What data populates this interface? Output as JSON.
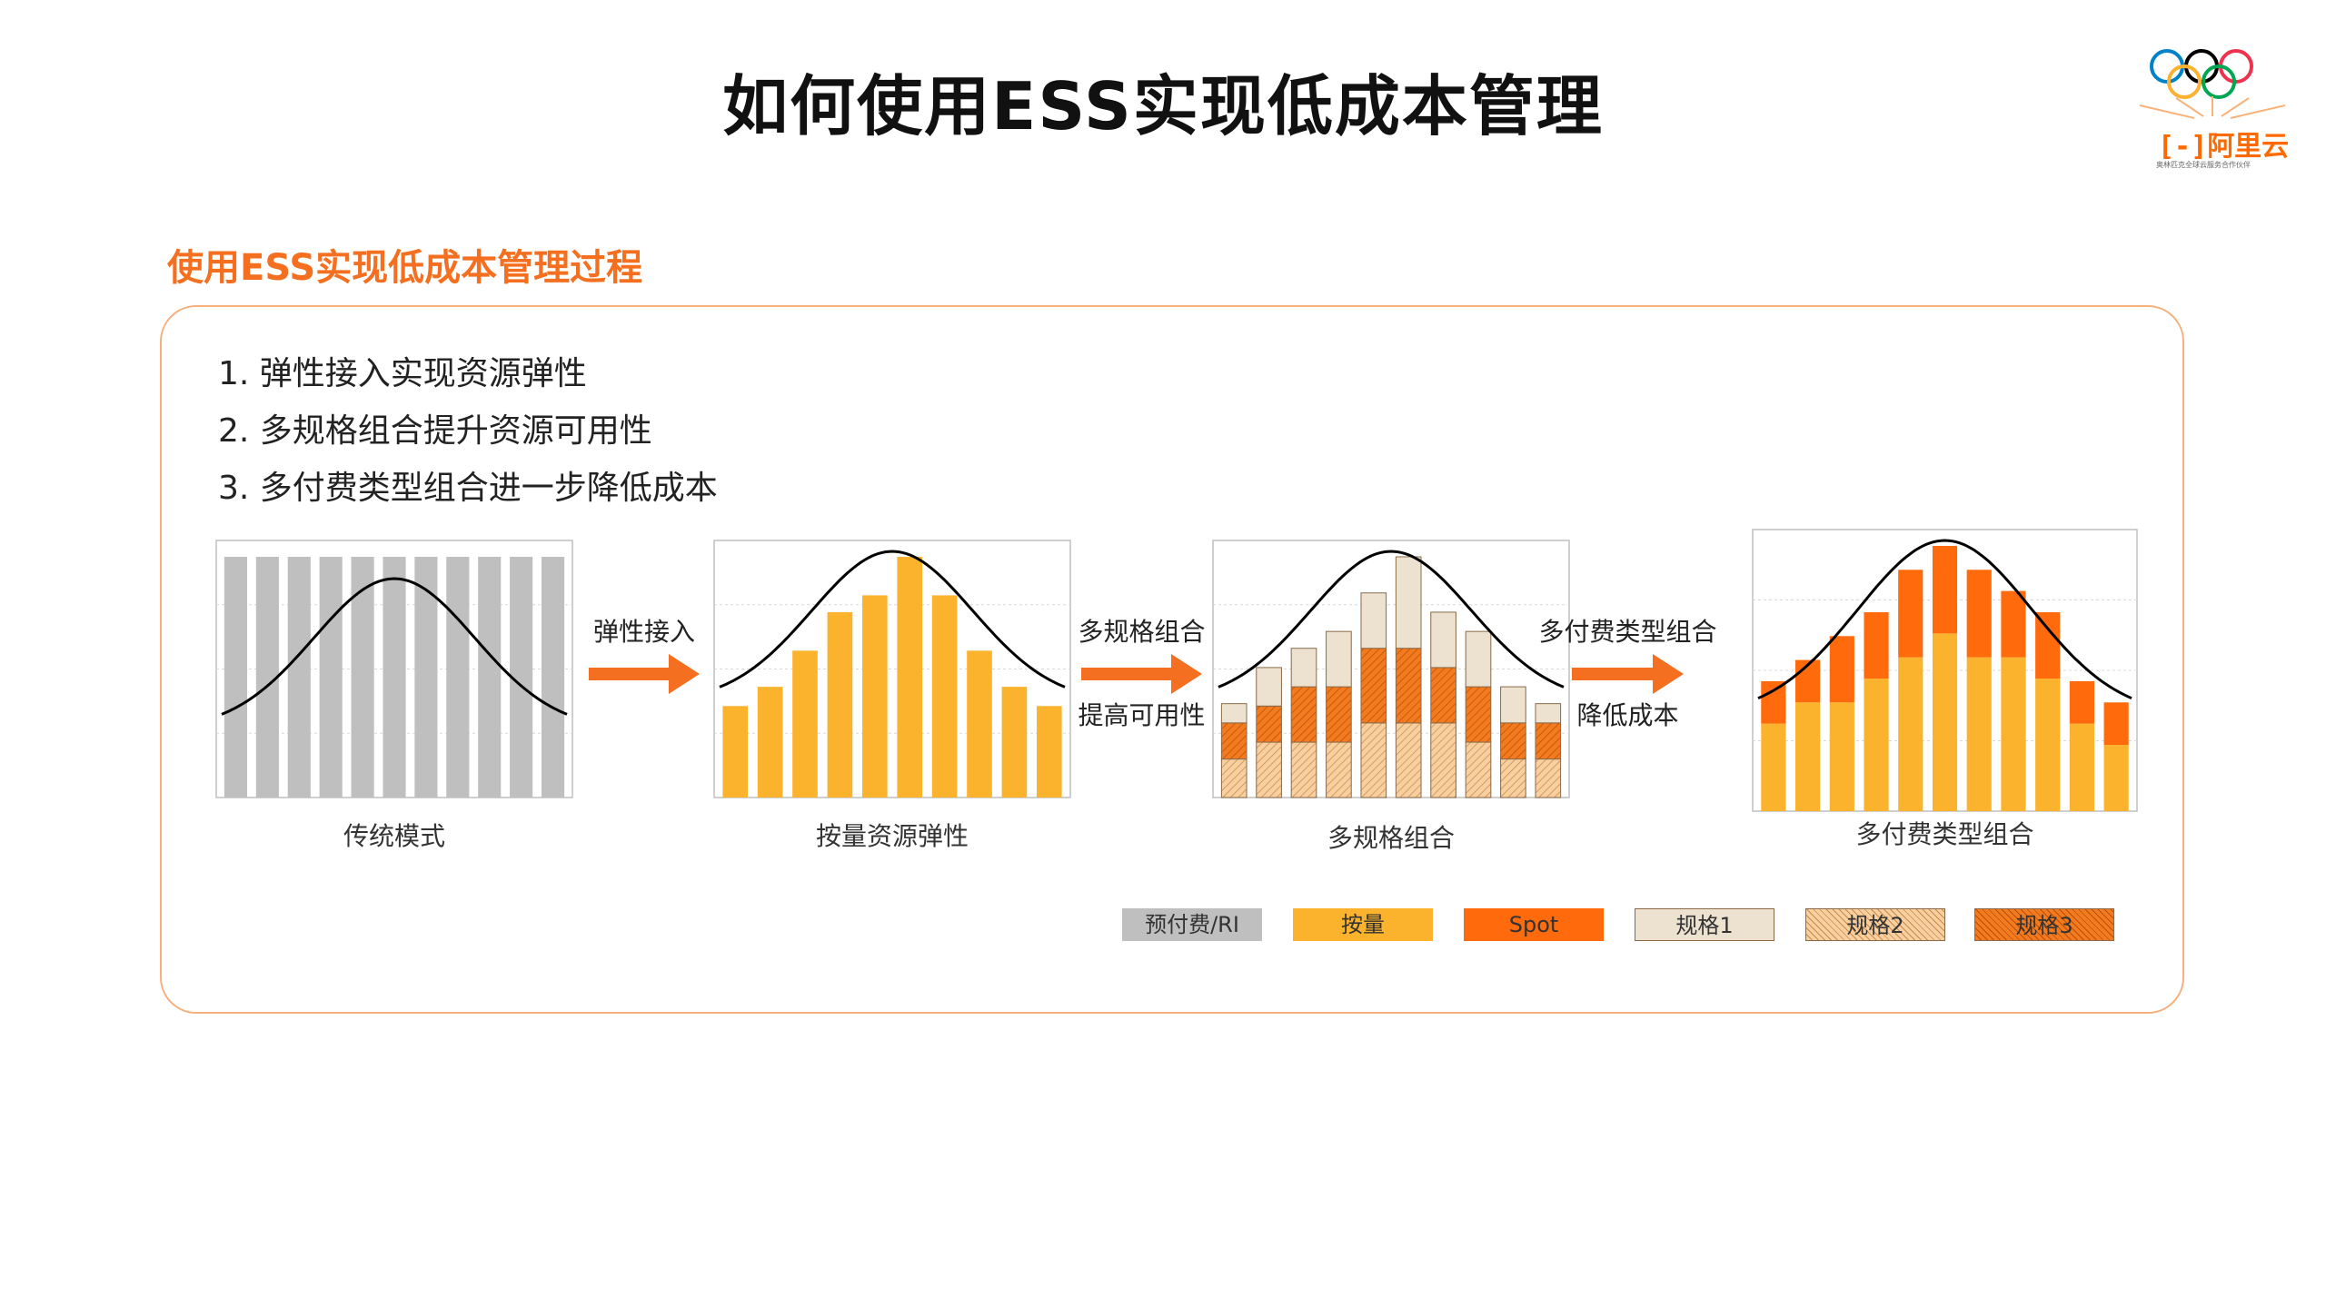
{
  "title": "如何使用ESS实现低成本管理",
  "logo": {
    "brand": "阿里云",
    "slogan": "奥林匹克全球云服务合作伙伴"
  },
  "section_title": "使用ESS实现低成本管理过程",
  "steps": [
    "1.  弹性接入实现资源弹性",
    "2.  多规格组合提升资源可用性",
    "3.  多付费类型组合进一步降低成本"
  ],
  "arrows": [
    {
      "top": "弹性接入",
      "bottom": ""
    },
    {
      "top": "多规格组合",
      "bottom": "提高可用性"
    },
    {
      "top": "多付费类型组合",
      "bottom": "降低成本"
    }
  ],
  "colors": {
    "prepaid": "#bfbfbf",
    "on_demand": "#fbb32d",
    "spot": "#ff6a0d",
    "spec1": "#ede1cf",
    "spec2": "#f6c08a",
    "spec3": "#f58220",
    "accent": "#f47020",
    "curve": "#000000",
    "grid": "#d9d9d9"
  },
  "chart_data": [
    {
      "type": "bar",
      "xlabel": "传统模式",
      "series": [
        {
          "key": "prepaid",
          "values": [
            1,
            1,
            1,
            1,
            1,
            1,
            1,
            1,
            1,
            1,
            1
          ]
        }
      ],
      "curve": true
    },
    {
      "type": "bar",
      "xlabel": "按量资源弹性",
      "series": [
        {
          "key": "on_demand",
          "values": [
            0.38,
            0.46,
            0.61,
            0.77,
            0.84,
            1.0,
            0.84,
            0.61,
            0.46,
            0.38
          ]
        }
      ],
      "curve": true
    },
    {
      "type": "bar",
      "stacked": true,
      "xlabel": "多规格组合",
      "series": [
        {
          "key": "spec2",
          "values": [
            0.16,
            0.23,
            0.23,
            0.23,
            0.31,
            0.31,
            0.31,
            0.23,
            0.16,
            0.16
          ]
        },
        {
          "key": "spec3",
          "values": [
            0.15,
            0.15,
            0.23,
            0.23,
            0.31,
            0.31,
            0.23,
            0.23,
            0.15,
            0.15
          ]
        },
        {
          "key": "spec1",
          "values": [
            0.08,
            0.16,
            0.16,
            0.23,
            0.23,
            0.38,
            0.23,
            0.23,
            0.15,
            0.08
          ]
        }
      ],
      "curve": true
    },
    {
      "type": "bar",
      "stacked": true,
      "xlabel": "多付费类型组合",
      "series": [
        {
          "key": "on_demand",
          "values": [
            0.33,
            0.41,
            0.41,
            0.5,
            0.58,
            0.67,
            0.58,
            0.58,
            0.5,
            0.33,
            0.25
          ]
        },
        {
          "key": "spot",
          "values": [
            0.16,
            0.16,
            0.25,
            0.25,
            0.33,
            0.33,
            0.33,
            0.25,
            0.25,
            0.16,
            0.16
          ]
        }
      ],
      "curve": true
    }
  ],
  "legend": [
    {
      "label": "预付费/RI",
      "key": "prepaid"
    },
    {
      "label": "按量",
      "key": "on_demand"
    },
    {
      "label": "Spot",
      "key": "spot"
    },
    {
      "label": "规格1",
      "key": "spec1"
    },
    {
      "label": "规格2",
      "key": "spec2"
    },
    {
      "label": "规格3",
      "key": "spec3"
    }
  ]
}
